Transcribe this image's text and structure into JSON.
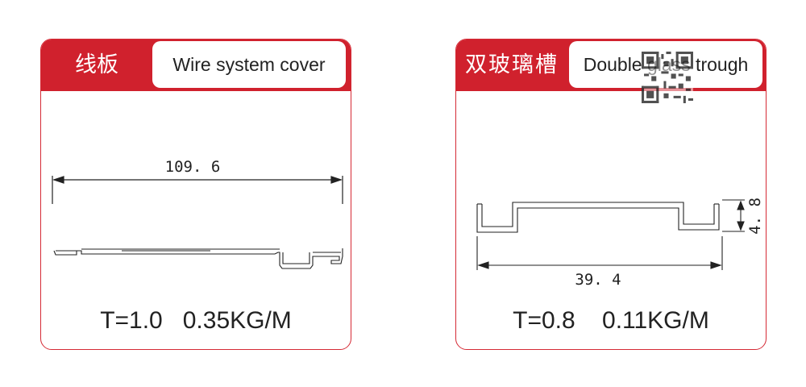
{
  "products": [
    {
      "cn_title": "线板",
      "en_title": "Wire system cover",
      "dimension": "109. 6",
      "spec": "T=1.0   0.35KG/M"
    },
    {
      "cn_title": "双玻璃槽",
      "en_title": "Double glass trough",
      "dimension_width": "39. 4",
      "dimension_height": "4. 8",
      "spec": "T=0.8    0.11KG/M"
    }
  ],
  "colors": {
    "accent": "#d0212d",
    "border": "#d52a35",
    "text": "#222222"
  },
  "watermark_icon": "qr-code-icon"
}
